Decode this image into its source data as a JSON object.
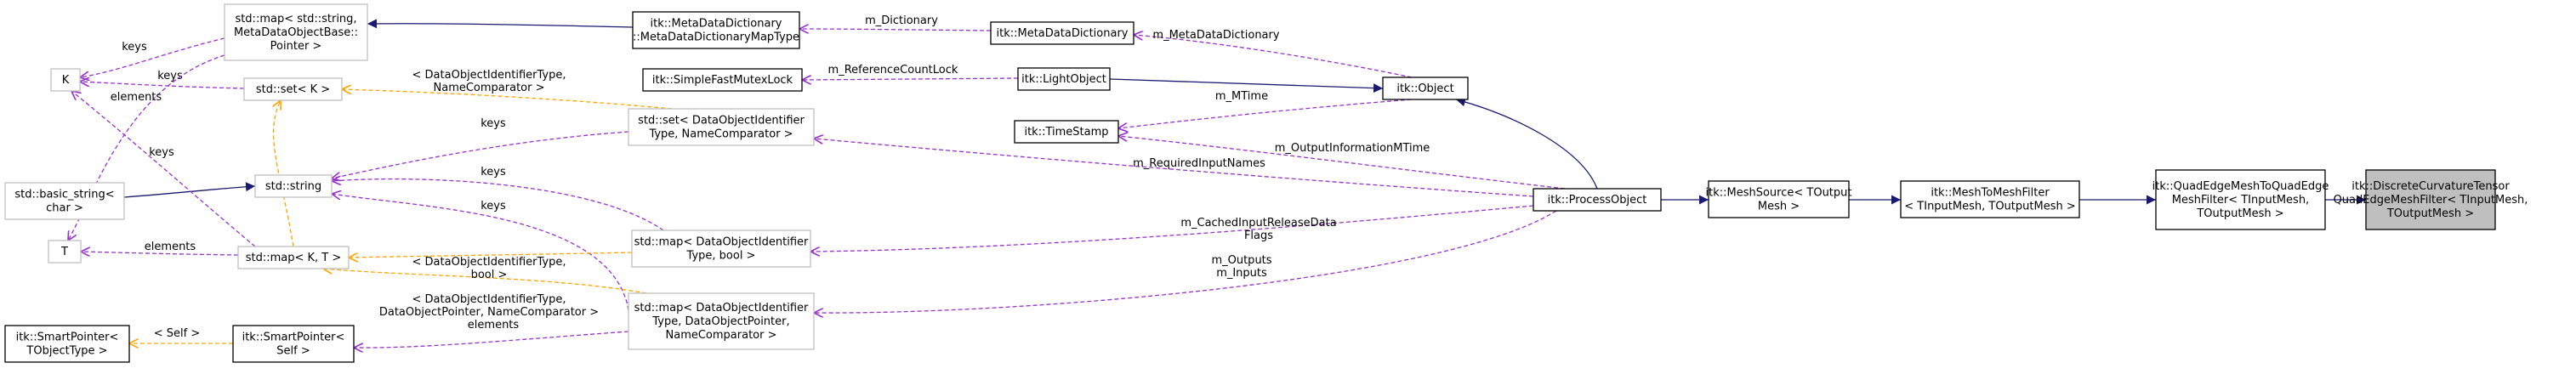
{
  "colors": {
    "inheritance": "#191970",
    "usage": "#9a32cd",
    "template": "#ffa500",
    "focus_fill": "#bfbfbf",
    "gray_border": "#bfbfbf"
  },
  "nodes": [
    {
      "id": "focus",
      "style": "focus",
      "lines": [
        "itk::DiscreteCurvatureTensor",
        "QuadEdgeMeshFilter< TInputMesh,",
        "TOutputMesh >"
      ]
    },
    {
      "id": "quadedge_filter",
      "style": "solid",
      "lines": [
        "itk::QuadEdgeMeshToQuadEdge",
        "MeshFilter< TInputMesh,",
        "TOutputMesh >"
      ]
    },
    {
      "id": "mesh_to_mesh",
      "style": "solid",
      "lines": [
        "itk::MeshToMeshFilter",
        "< TInputMesh, TOutputMesh >"
      ]
    },
    {
      "id": "mesh_source",
      "style": "solid",
      "lines": [
        "itk::MeshSource< TOutput",
        "Mesh >"
      ]
    },
    {
      "id": "process_object",
      "style": "solid",
      "lines": [
        "itk::ProcessObject"
      ]
    },
    {
      "id": "object",
      "style": "solid",
      "lines": [
        "itk::Object"
      ]
    },
    {
      "id": "light_object",
      "style": "solid",
      "lines": [
        "itk::LightObject"
      ]
    },
    {
      "id": "metadata_dictionary",
      "style": "solid",
      "lines": [
        "itk::MetaDataDictionary"
      ]
    },
    {
      "id": "metadata_map_type",
      "style": "solid",
      "lines": [
        "itk::MetaDataDictionary",
        "::MetaDataDictionaryMapType"
      ]
    },
    {
      "id": "map_string_metadata",
      "style": "gray",
      "lines": [
        "std::map< std::string,",
        "MetaDataObjectBase::",
        "Pointer >"
      ]
    },
    {
      "id": "k",
      "style": "gray",
      "lines": [
        "K"
      ]
    },
    {
      "id": "set_k",
      "style": "gray",
      "lines": [
        "std::set< K >"
      ]
    },
    {
      "id": "mutex_lock",
      "style": "solid",
      "lines": [
        "itk::SimpleFastMutexLock"
      ]
    },
    {
      "id": "time_stamp",
      "style": "solid",
      "lines": [
        "itk::TimeStamp"
      ]
    },
    {
      "id": "set_data_object_id",
      "style": "gray",
      "lines": [
        "std::set< DataObjectIdentifier",
        "Type, NameComparator >"
      ]
    },
    {
      "id": "std_string",
      "style": "gray",
      "lines": [
        "std::string"
      ]
    },
    {
      "id": "basic_string",
      "style": "gray",
      "lines": [
        "std::basic_string<",
        "char >"
      ]
    },
    {
      "id": "t",
      "style": "gray",
      "lines": [
        "T"
      ]
    },
    {
      "id": "map_k_t",
      "style": "gray",
      "lines": [
        "std::map< K, T >"
      ]
    },
    {
      "id": "map_id_bool",
      "style": "gray",
      "lines": [
        "std::map< DataObjectIdentifier",
        "Type, bool >"
      ]
    },
    {
      "id": "map_id_pointer",
      "style": "gray",
      "lines": [
        "std::map< DataObjectIdentifier",
        "Type, DataObjectPointer,",
        "NameComparator >"
      ]
    },
    {
      "id": "smart_pointer_self",
      "style": "solid",
      "lines": [
        "itk::SmartPointer<",
        "Self >"
      ]
    },
    {
      "id": "smart_pointer_objecttype",
      "style": "solid",
      "lines": [
        "itk::SmartPointer<",
        "TObjectType >"
      ]
    }
  ],
  "edge_labels": {
    "m_dictionary": [
      "m_Dictionary"
    ],
    "m_metadata_dictionary": [
      "m_MetaDataDictionary"
    ],
    "m_reference_count_lock": [
      "m_ReferenceCountLock"
    ],
    "m_mtime": [
      "m_MTime"
    ],
    "m_output_information_mtime": [
      "m_OutputInformationMTime"
    ],
    "m_required_input_names": [
      "m_RequiredInputNames"
    ],
    "m_cached_input_release_data_flags": [
      "m_CachedInputReleaseData",
      "Flags"
    ],
    "m_outputs_inputs": [
      "m_Outputs",
      "m_Inputs"
    ],
    "keys_map_k": [
      "keys"
    ],
    "keys_set_k": [
      "keys"
    ],
    "elements_map_t": [
      "elements"
    ],
    "keys_mapkt_k": [
      "keys"
    ],
    "keys_set_string": [
      "keys"
    ],
    "keys_bool_string": [
      "keys"
    ],
    "keys_ptr_string": [
      "keys"
    ],
    "elements_t": [
      "elements"
    ],
    "elements_smartptr": [
      "elements"
    ],
    "tmpl_set_k": [
      "< DataObjectIdentifierType,",
      "NameComparator >"
    ],
    "tmpl_map_bool": [
      "< DataObjectIdentifierType,",
      "bool >"
    ],
    "tmpl_map_ptr": [
      "< DataObjectIdentifierType,",
      "DataObjectPointer, NameComparator >"
    ],
    "tmpl_self": [
      "< Self >"
    ]
  }
}
